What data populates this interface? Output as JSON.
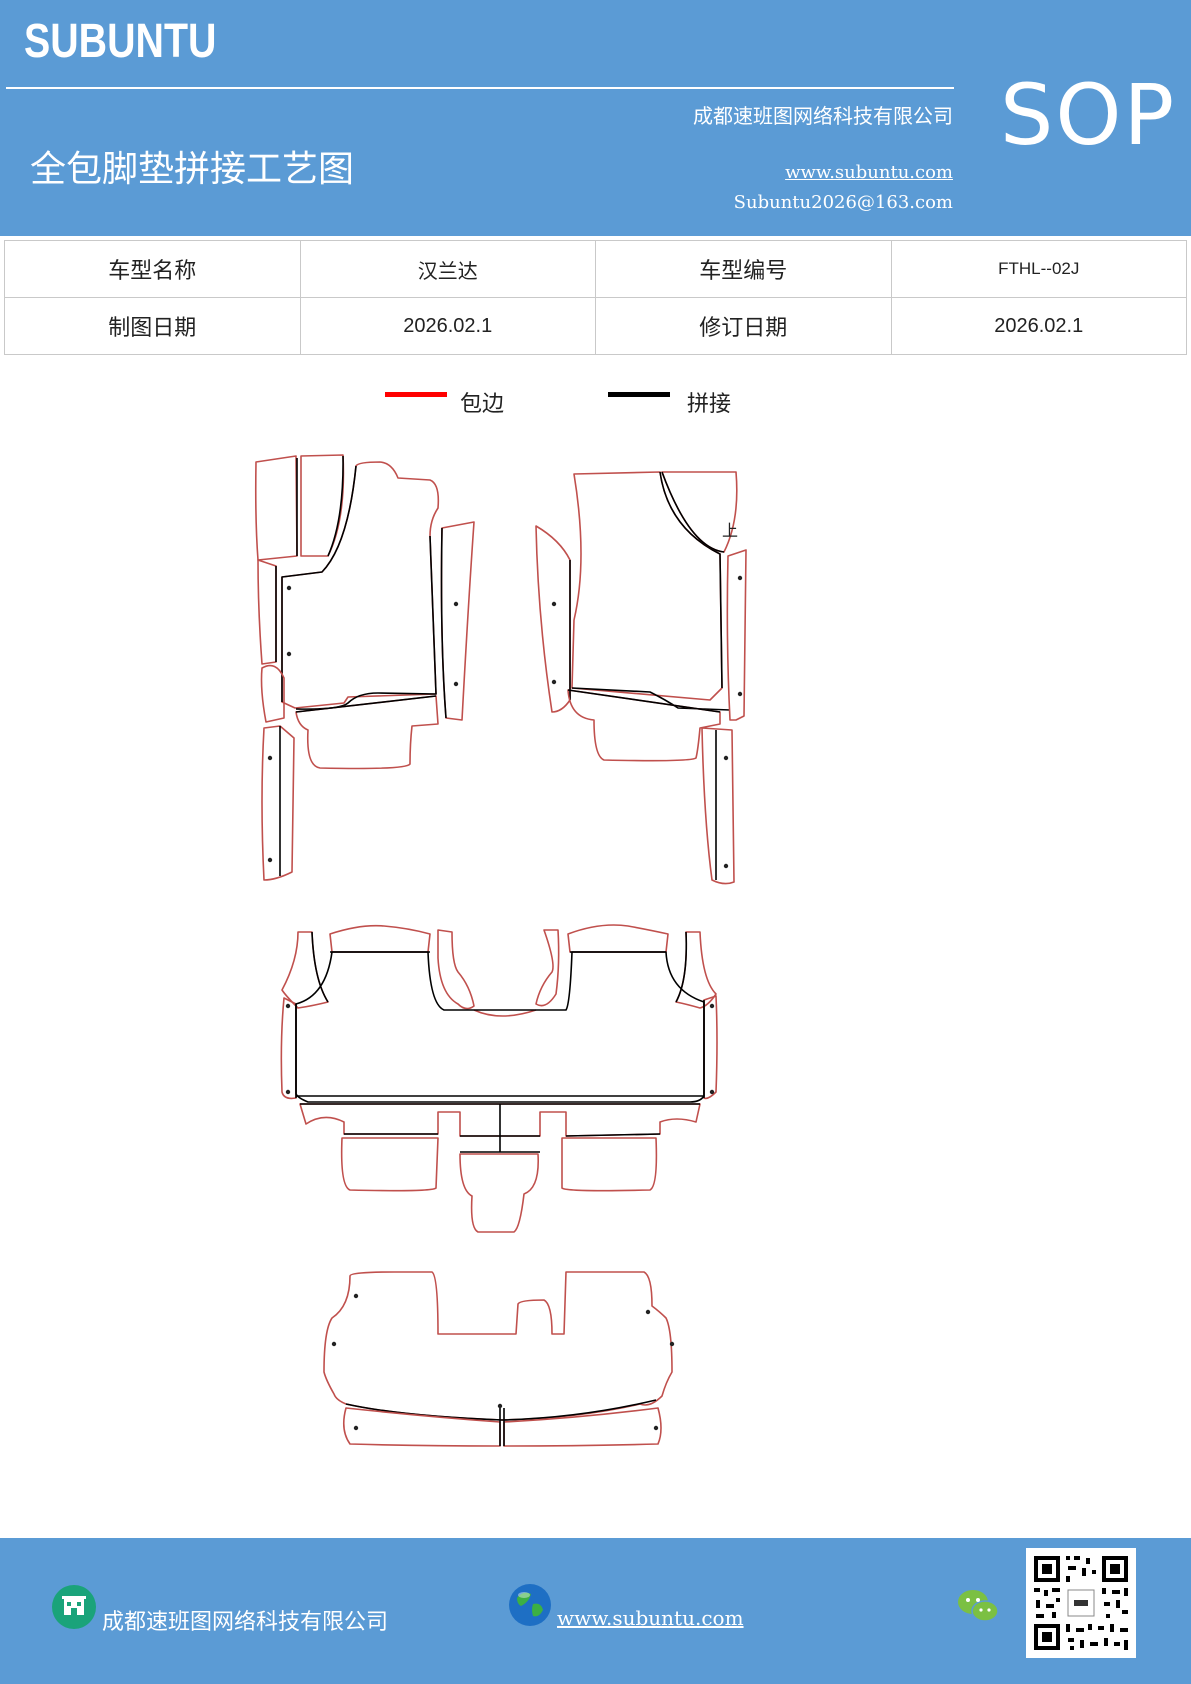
{
  "header": {
    "brand": "SUBUNTU",
    "company": "成都速班图网络科技有限公司",
    "website": "www.subuntu.com",
    "email": "Subuntu2026@163.com",
    "title": "全包脚垫拼接工艺图",
    "badge": "SOP"
  },
  "info_table": {
    "rows": [
      [
        "车型名称",
        "汉兰达",
        "车型编号",
        "FTHL--02J"
      ],
      [
        "制图日期",
        "2026.02.1",
        "修订日期",
        "2026.02.1"
      ]
    ]
  },
  "legend": {
    "items": [
      {
        "label": "包边",
        "color": "#ff0000"
      },
      {
        "label": "拼接",
        "color": "#000000"
      }
    ]
  },
  "drawing": {
    "marker_label": "上",
    "edge_color": "#c0504d",
    "seam_color": "#000000"
  },
  "footer": {
    "company": "成都速班图网络科技有限公司",
    "website": "www.subuntu.com "
  },
  "icons": [
    "building-icon",
    "globe-icon",
    "wechat-icon",
    "qr-code"
  ]
}
